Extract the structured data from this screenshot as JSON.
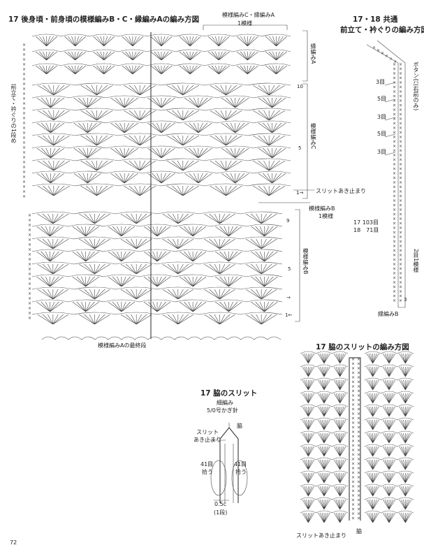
{
  "main_chart": {
    "title": "17 後身頃・前身頃の模様編みB・C・縁編みAの編み方図",
    "rep_c_top": "模様編みC・縁編みA",
    "rep_c_top2": "1模様",
    "edge_a": "縁編みA",
    "pat_c": "模様編みC",
    "front_band": "前立て・衿ぐりの1段め",
    "slit_stop": "スリットあき止まり",
    "pat_b_rep": "模様編みB",
    "pat_b_rep2": "1模様",
    "pat_b": "模様編みB",
    "final_row": "模様編みAの最終段",
    "row_10": "10",
    "row_5c": "5",
    "row_1c": "1→",
    "row_9": "9",
    "row_5b": "5",
    "row_arrow": "→",
    "row_1b": "1←"
  },
  "band_chart": {
    "title": "17・18 共通",
    "subtitle": "前立て・衿ぐりの編み方図",
    "button": "ボタン穴(右前のみ)",
    "m1": "3目",
    "m2": "5目",
    "m3": "3目",
    "m4": "5目",
    "m5": "3目",
    "count17": "17 103目",
    "count18": "18　71目",
    "rep": "2目1模様",
    "edge_b": "縁編みB",
    "r3": "3"
  },
  "slit_small": {
    "title": "17 脇のスリット",
    "sub1": "細編み",
    "sub2": "5/0号かぎ針",
    "side": "脇",
    "slit": "スリット",
    "slit2": "あき止まり",
    "pick_l": "41目",
    "pick_l2": "拾う",
    "pick_r": "41目",
    "pick_r2": "拾う",
    "meas": "0.5c",
    "meas2": "(1段)"
  },
  "slit_chart": {
    "title": "17 脇のスリットの編み方図",
    "slit_stop": "スリットあき止まり",
    "side": "脇"
  },
  "page_number": "72"
}
